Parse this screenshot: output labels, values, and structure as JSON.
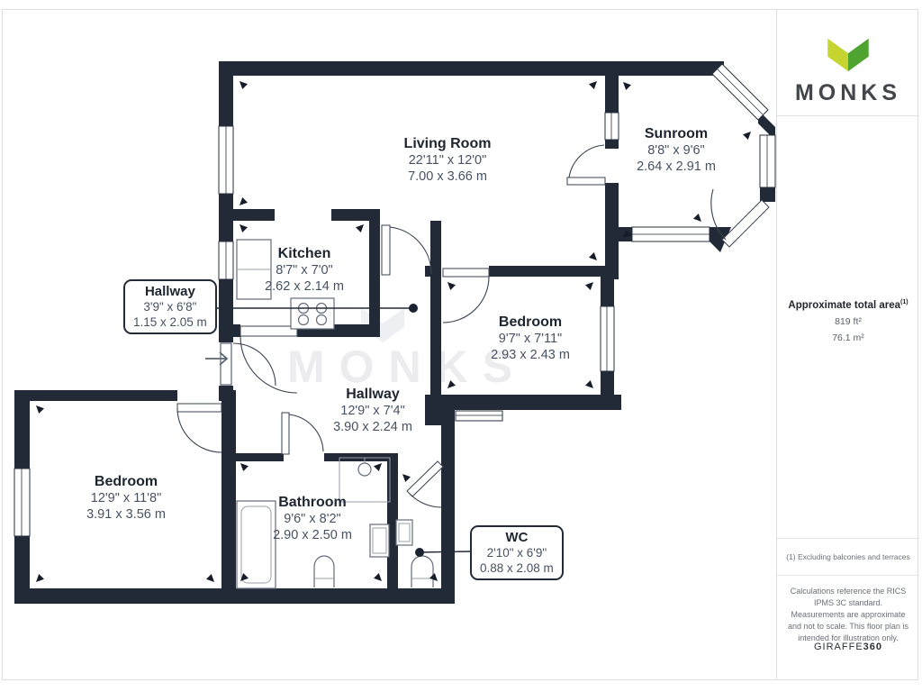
{
  "brand": {
    "name": "MONKS"
  },
  "watermark": "MONKS",
  "rooms": [
    {
      "id": "living-room",
      "name": "Living Room",
      "imperial": "22'11\" x 12'0\"",
      "metric": "7.00 x 3.66 m"
    },
    {
      "id": "sunroom",
      "name": "Sunroom",
      "imperial": "8'8\" x 9'6\"",
      "metric": "2.64 x 2.91 m"
    },
    {
      "id": "kitchen",
      "name": "Kitchen",
      "imperial": "8'7\" x 7'0\"",
      "metric": "2.62 x 2.14 m"
    },
    {
      "id": "hallway-entry",
      "name": "Hallway",
      "imperial": "3'9\" x 6'8\"",
      "metric": "1.15 x 2.05 m"
    },
    {
      "id": "bedroom-right",
      "name": "Bedroom",
      "imperial": "9'7\" x 7'11\"",
      "metric": "2.93 x 2.43 m"
    },
    {
      "id": "hallway-main",
      "name": "Hallway",
      "imperial": "12'9\" x 7'4\"",
      "metric": "3.90 x 2.24 m"
    },
    {
      "id": "bedroom-left",
      "name": "Bedroom",
      "imperial": "12'9\" x 11'8\"",
      "metric": "3.91 x 3.56 m"
    },
    {
      "id": "bathroom",
      "name": "Bathroom",
      "imperial": "9'6\" x 8'2\"",
      "metric": "2.90 x 2.50 m"
    },
    {
      "id": "wc",
      "name": "WC",
      "imperial": "2'10\" x 6'9\"",
      "metric": "0.88 x 2.08 m"
    }
  ],
  "sidebar": {
    "area_title": "Approximate total area",
    "area_superscript": "(1)",
    "area_ft": "819 ft²",
    "area_m": "76.1 m²",
    "footnote": "(1) Excluding balconies and terraces",
    "disclaimer": "Calculations reference the RICS IPMS 3C standard. Measurements are approximate and not to scale. This floor plan is intended for illustration only.",
    "provider_regular": "GIRAFFE",
    "provider_bold": "360"
  },
  "colors": {
    "wall": "#222a38",
    "accent_yellow": "#c5d42e",
    "accent_green": "#4fa32f",
    "watermark_gray": "#ececef"
  }
}
